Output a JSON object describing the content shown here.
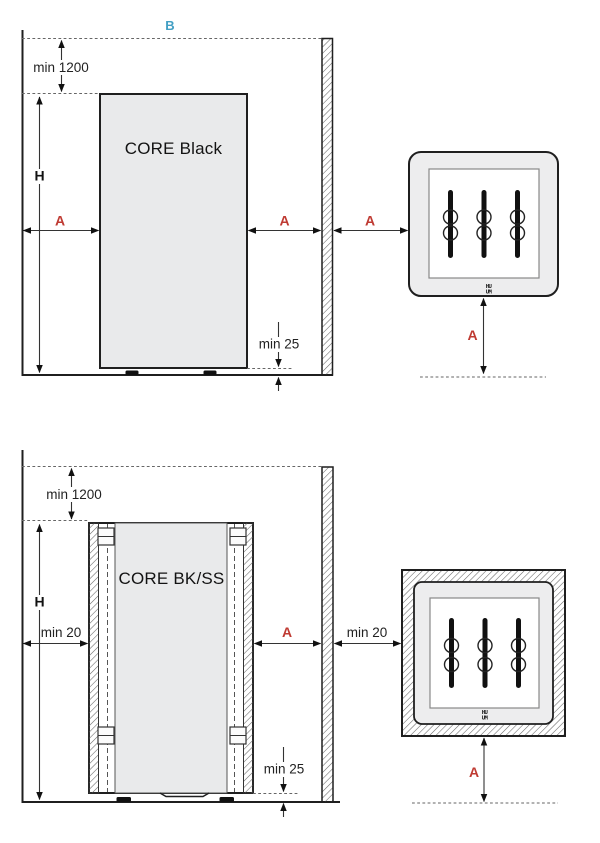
{
  "colors": {
    "outline": "#1f1f1f",
    "heater_fill": "#e9eaeb",
    "topview_fill": "#ededee",
    "accent_red": "#bf3a32",
    "accent_blue": "#429fc4"
  },
  "core_black": {
    "model": "CORE Black",
    "ceiling_line_label": "B",
    "ceiling_clearance": "min 1200",
    "height_label": "H",
    "clearance_a": "A",
    "floor_clearance": "min 25"
  },
  "core_bkss": {
    "model": "CORE BK/SS",
    "ceiling_clearance": "min 1200",
    "height_label": "H",
    "wall_clearance": "min 20",
    "clearance_a": "A",
    "floor_clearance": "min 25"
  },
  "heater_logo": {
    "top": "HU",
    "bottom": "UM"
  }
}
